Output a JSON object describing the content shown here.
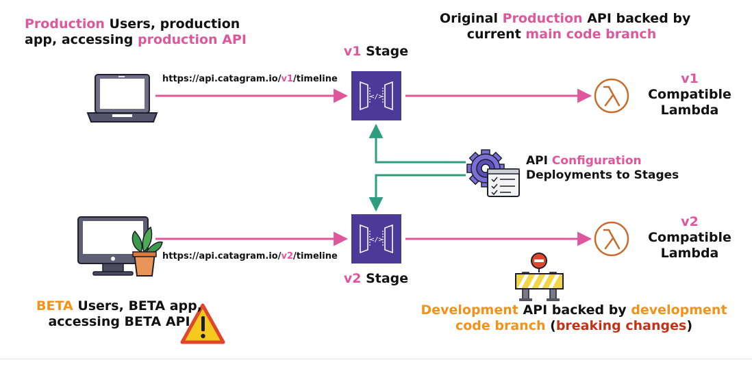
{
  "colors": {
    "pink": "#e0569b",
    "teal": "#2e9c7e",
    "orange": "#f0921e",
    "red": "#c0331a",
    "aws_purple": "#4b3a97",
    "lambda_orange": "#c86a2a"
  },
  "prod_users": {
    "l1_a": "Production",
    "l1_b": "Users, production",
    "l2_a": "app, accessing",
    "l2_b": "production API"
  },
  "orig_api": {
    "l1_a": "Original",
    "l1_b": "Production",
    "l1_c": "API backed by",
    "l2_a": "current",
    "l2_b": "main code branch"
  },
  "v1_stage": {
    "version": "v1",
    "word": "Stage"
  },
  "v2_stage": {
    "version": "v2",
    "word": "Stage"
  },
  "url_v1": {
    "prefix": "https://api.catagram.io/",
    "version": "v1",
    "suffix": "/timeline"
  },
  "url_v2": {
    "prefix": "https://api.catagram.io/",
    "version": "v2",
    "suffix": "/timeline"
  },
  "lambda_v1": {
    "version": "v1",
    "line2": "Compatible",
    "line3": "Lambda"
  },
  "lambda_v2": {
    "version": "v2",
    "line2": "Compatible",
    "line3": "Lambda"
  },
  "config": {
    "l1_a": "API",
    "l1_b": "Configuration",
    "l2": "Deployments to Stages"
  },
  "beta_users": {
    "l1_a": "BETA",
    "l1_b": "Users, BETA app,",
    "l2": "accessing BETA API"
  },
  "dev_api": {
    "l1_a": "Development",
    "l1_b": "API backed by",
    "l1_c": "development",
    "l2_a": "code branch",
    "l2_b": "(",
    "l2_c": "breaking changes",
    "l2_d": ")"
  },
  "icons": [
    "laptop-icon",
    "desktop-icon",
    "plant-icon",
    "api-gateway-icon",
    "lambda-icon",
    "gear-icon",
    "document-icon",
    "barrier-icon",
    "warning-icon"
  ]
}
